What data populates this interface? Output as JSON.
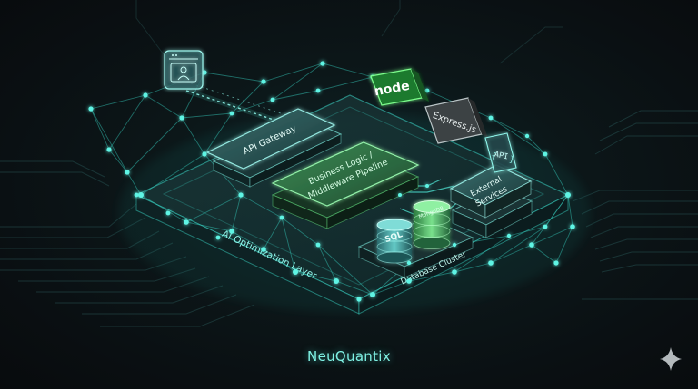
{
  "diagram": {
    "layers": {
      "optimization": "AI Optimization Layer"
    },
    "components": {
      "api_gateway": "API Gateway",
      "business_logic_line1": "Business Logic /",
      "business_logic_line2": "Middleware Pipeline",
      "external_services_line1": "External",
      "external_services_line2": "Services",
      "database_cluster": "Database Cluster",
      "sql": "SQL",
      "mongodb": "MongoDB"
    },
    "badges": {
      "node": "node",
      "express": "Express.js",
      "api": "API"
    },
    "icons": [
      "browser-user-icon",
      "node-logo-icon",
      "express-icon",
      "api-code-icon",
      "sparkle-icon"
    ]
  },
  "brand": {
    "name": "NeuQuantix"
  },
  "colors": {
    "accent": "#3fe8d8",
    "green": "#4fdc6a",
    "background": "#0b1114"
  }
}
